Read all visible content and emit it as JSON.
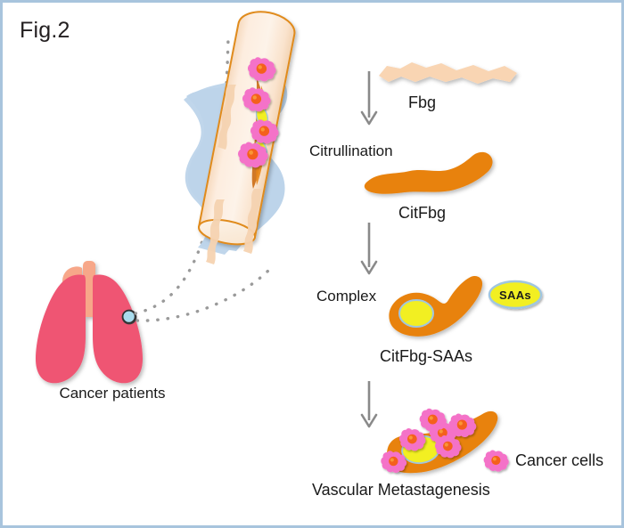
{
  "figure": {
    "label": "Fig.2",
    "border_color": "#a8c4dd",
    "background_color": "#ffffff"
  },
  "palette": {
    "lung_pink": "#ef5573",
    "trachea_salmon": "#f7a789",
    "tumor_marker_blue": "#a9dced",
    "tumor_marker_outline": "#3c3c3c",
    "vessel_fill": "#fdeadb",
    "vessel_outline": "#e08b1e",
    "tissue_blue": "#bdd4ea",
    "fbg_peach": "#f9d5b3",
    "citfbg_orange": "#e8820e",
    "saa_yellow": "#f2ef22",
    "saa_outline": "#9fc6e0",
    "cancer_cell_pink": "#f472c8",
    "cancer_cell_core": "#f4601a",
    "arrow_gray": "#8a8a8a",
    "dotted_gray": "#9a9a9a",
    "text_black": "#1a1a1a"
  },
  "left_panel": {
    "lungs_caption": "Cancer patients",
    "lungs_icon_name": "lungs-illustration",
    "tumor_marker_name": "tumor-site-marker",
    "magnifier_connector_name": "dotted-magnification-connector",
    "vessel_name": "blood-vessel-cylinder",
    "tissue_name": "surrounding-tissue-shape",
    "vessel_cancer_cell_count": 4,
    "vessel_saa_count": 2
  },
  "pathway": {
    "steps": [
      {
        "id": "fbg",
        "molecule_label": "Fbg",
        "shape_name": "fbg-ribbon-shape",
        "color": "#f9d5b3"
      },
      {
        "id": "citrullination",
        "process_label": "Citrullination",
        "molecule_label": "CitFbg",
        "shape_name": "citfbg-orange-shape",
        "color": "#e8820e"
      },
      {
        "id": "complex",
        "process_label": "Complex",
        "molecule_label": "CitFbg-SAAs",
        "shape_name": "citfbg-saas-complex-shape",
        "badge_label": "SAAs",
        "color": "#e8820e"
      },
      {
        "id": "metastasis",
        "molecule_label": "Vascular Metastagenesis",
        "shape_name": "metastasis-crescent-shape",
        "cancer_cell_count": 6,
        "color": "#e8820e"
      }
    ],
    "arrow_count": 3,
    "arrow_name": "downward-flow-arrow"
  },
  "legend": {
    "items": [
      {
        "label": "Cancer cells",
        "icon_name": "cancer-cell-icon",
        "color": "#f472c8"
      }
    ]
  }
}
